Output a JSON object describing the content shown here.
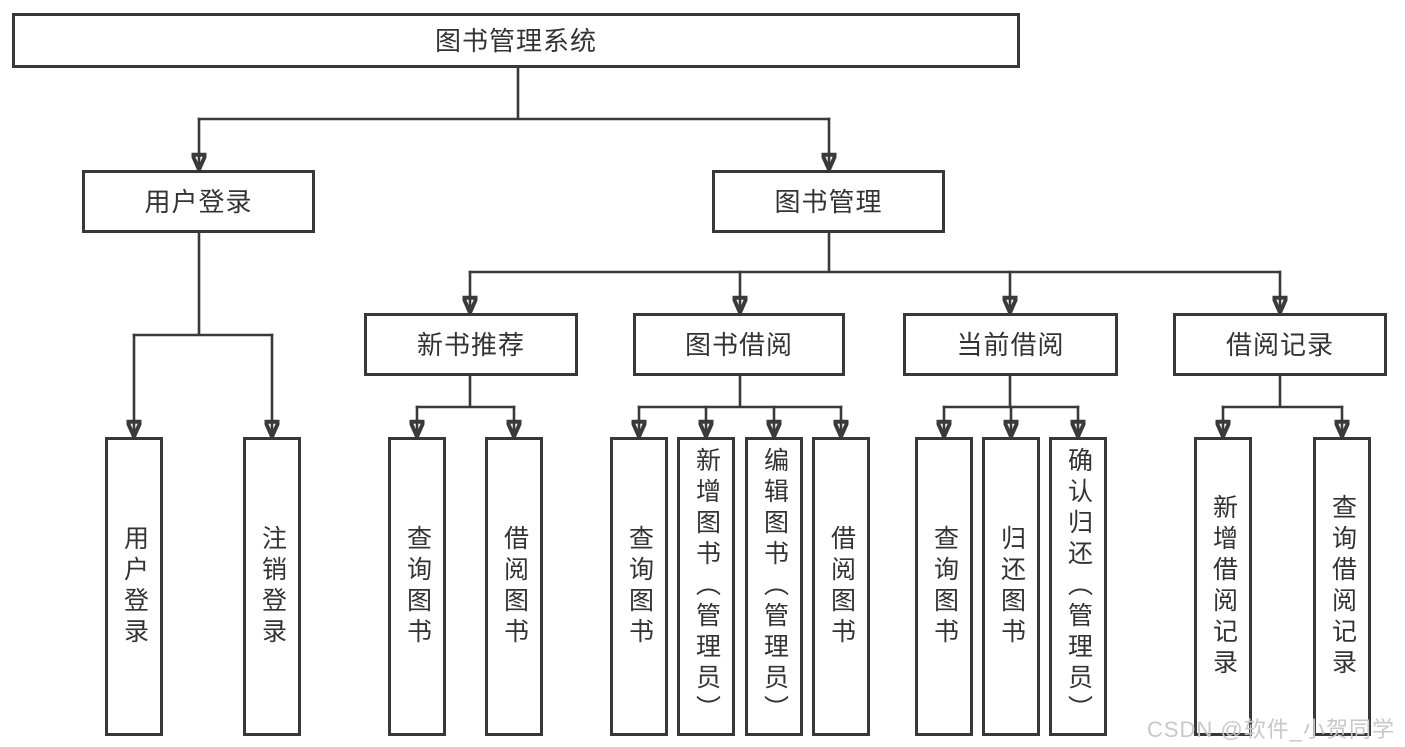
{
  "diagram": {
    "title": "图书管理系统",
    "type": "hierarchy-tree",
    "colors": {
      "line": "#3a3a3a",
      "border": "#383838",
      "text": "#333333",
      "background": "#ffffff",
      "watermark": "#c8c8c8"
    },
    "nodes": {
      "root": {
        "label": "图书管理系统",
        "parent": null
      },
      "user_login": {
        "label": "用户登录",
        "parent": "root"
      },
      "book_mgmt": {
        "label": "图书管理",
        "parent": "root"
      },
      "new_book_rec": {
        "label": "新书推荐",
        "parent": "book_mgmt"
      },
      "book_borrow": {
        "label": "图书借阅",
        "parent": "book_mgmt"
      },
      "current_borrow": {
        "label": "当前借阅",
        "parent": "book_mgmt"
      },
      "borrow_records": {
        "label": "借阅记录",
        "parent": "book_mgmt"
      },
      "login": {
        "label": "用户登录",
        "parent": "user_login"
      },
      "logout": {
        "label": "注销登录",
        "parent": "user_login"
      },
      "rec_query_book": {
        "label": "查询图书",
        "parent": "new_book_rec"
      },
      "rec_borrow_book": {
        "label": "借阅图书",
        "parent": "new_book_rec"
      },
      "bor_query_book": {
        "label": "查询图书",
        "parent": "book_borrow"
      },
      "bor_add_book": {
        "label": "新增图书（管理员）",
        "parent": "book_borrow"
      },
      "bor_edit_book": {
        "label": "编辑图书（管理员）",
        "parent": "book_borrow"
      },
      "bor_borrow_book": {
        "label": "借阅图书",
        "parent": "book_borrow"
      },
      "cur_query_book": {
        "label": "查询图书",
        "parent": "current_borrow"
      },
      "cur_return_book": {
        "label": "归还图书",
        "parent": "current_borrow"
      },
      "cur_confirm_return": {
        "label": "确认归还（管理员）",
        "parent": "current_borrow"
      },
      "recd_add_record": {
        "label": "新增借阅记录",
        "parent": "borrow_records"
      },
      "recd_query_record": {
        "label": "查询借阅记录",
        "parent": "borrow_records"
      }
    }
  },
  "watermark": {
    "text": "CSDN @软件_小贺同学"
  }
}
